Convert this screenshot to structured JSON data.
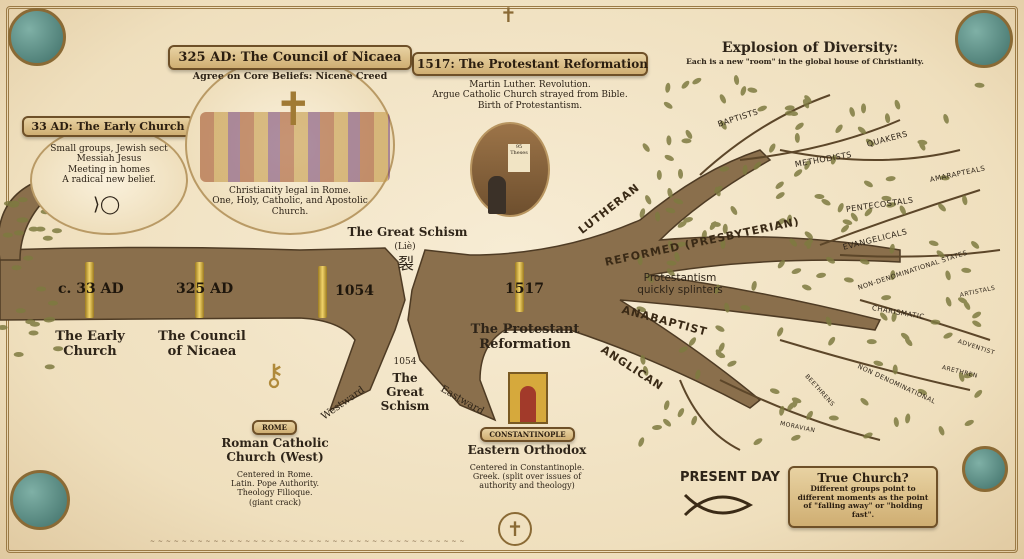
{
  "early_church": {
    "banner": "33 AD: The Early Church",
    "lines": [
      "Small groups, Jewish sect",
      "Messiah Jesus",
      "Meeting in homes",
      "A radical new belief."
    ],
    "year_marker": "c. 33 AD",
    "label": "The Early Church"
  },
  "nicaea": {
    "banner": "325 AD: The Council of Nicaea",
    "subtitle": "Agree on Core Beliefs: Nicene Creed",
    "lines": [
      "Christianity legal in Rome.",
      "One, Holy, Catholic, and Apostolic",
      "Church."
    ],
    "year_marker": "325 AD",
    "label": "The Council of Nicaea"
  },
  "schism": {
    "year_marker": "1054",
    "title": "The Great Schism",
    "pinyin": "(Liè)",
    "character": "裂",
    "lower_year": "1054",
    "lower_label": "The Great Schism",
    "westward": "Westward",
    "eastward": "Eastward"
  },
  "reformation": {
    "banner": "1517: The Protestant Reformation",
    "lines": [
      "Martin Luther. Revolution.",
      "Argue Catholic Church strayed from Bible.",
      "Birth of Protestantism."
    ],
    "notice": "95 Theses",
    "year_marker": "1517",
    "label": "The Protestant Reformation"
  },
  "rome": {
    "tag": "ROME",
    "title": "Roman Catholic Church (West)",
    "lines": [
      "Centered in Rome.",
      "Latin. Pope Authority.",
      "Theology Filioque.",
      "(giant crack)"
    ]
  },
  "orthodox": {
    "tag": "CONSTANTINOPLE",
    "title": "Eastern Orthodox",
    "lines": [
      "Centered in Constantinople.",
      "Greek. (split over issues of",
      "authority and theology)"
    ]
  },
  "diversity": {
    "title": "Explosion of Diversity:",
    "subtitle": "Each is a new \"room\" in the global house of Christianity.",
    "splinter": "Protestantism quickly splinters"
  },
  "branches": {
    "main": [
      "LUTHERAN",
      "REFORMED (PRESBYTERIAN)",
      "ANABAPTIST",
      "ANGLICAN"
    ],
    "twigs": [
      "BAPTISTS",
      "METHODISTS",
      "QUAKERS",
      "PENTECOSTALS",
      "AMARAPTEALS",
      "EVANGELICALS",
      "NON-DENOMINATIONAL STATES",
      "ARTISTALS",
      "CHARISMATIC",
      "ADVENTIST",
      "ARETHREN",
      "NON DENOMINATIONAL",
      "BEETHRENS",
      "MORAVIAN"
    ]
  },
  "present": {
    "label": "PRESENT DAY",
    "question": "True Church?",
    "answer": "Different groups point to different moments as the point of \"falling away\" or \"holding fast\"."
  },
  "colors": {
    "parchment": "#efe2c4",
    "bark": "#7a6244",
    "gold": "#d7b24a",
    "ink": "#2e2418"
  }
}
